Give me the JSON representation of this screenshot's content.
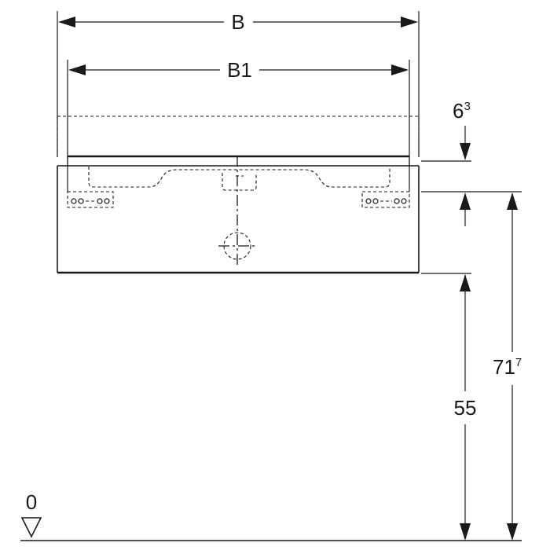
{
  "diagram": {
    "labels": {
      "width_total": "B",
      "width_inner": "B1",
      "top_offset_base": "6",
      "top_offset_sup": "3",
      "height_bottom": "55",
      "height_total_base": "71",
      "height_total_sup": "7",
      "floor_level": "0"
    },
    "colors": {
      "line": "#1a1a1a",
      "background": "#ffffff"
    }
  }
}
